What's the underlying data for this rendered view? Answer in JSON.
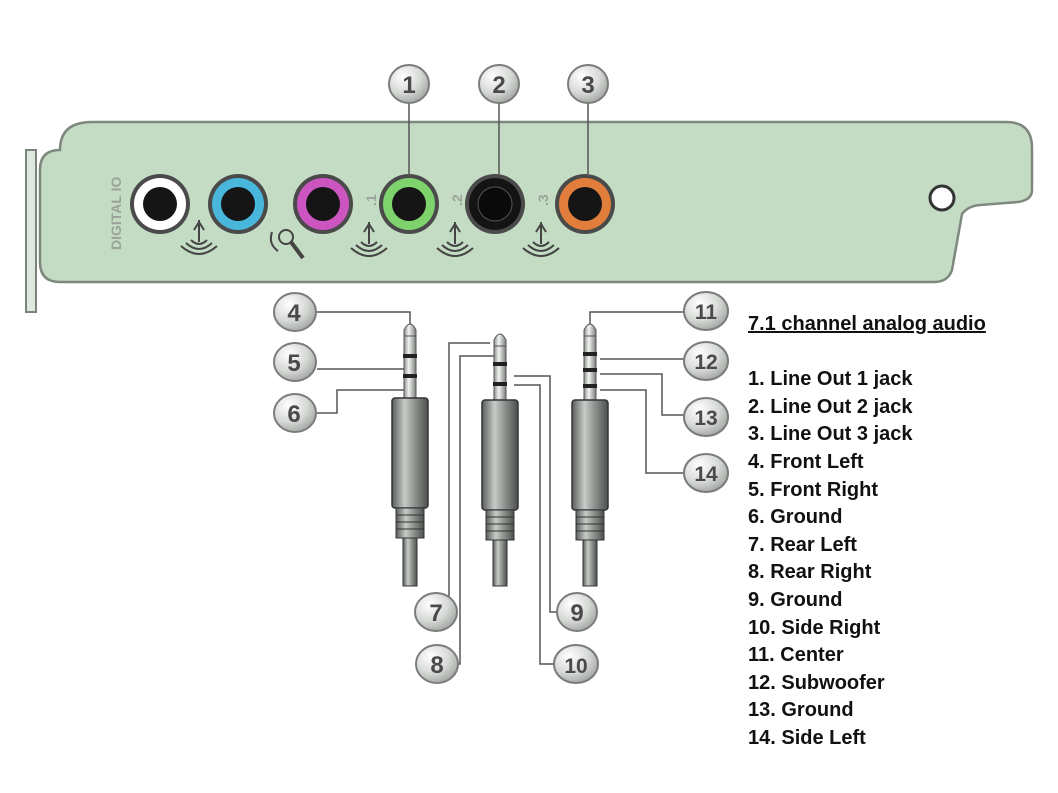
{
  "bracket": {
    "label": "DIGITAL IO",
    "jack_label_1": ".1",
    "jack_label_2": ".2",
    "jack_label_3": ".3",
    "colors": {
      "plate": "#c4dcc4",
      "digital": "#ffffff",
      "blue": "#49b6dc",
      "pink": "#cc55c2",
      "green": "#7ed36c",
      "black": "#141414",
      "orange": "#e27e3c"
    }
  },
  "callouts": [
    "1",
    "2",
    "3",
    "4",
    "5",
    "6",
    "7",
    "8",
    "9",
    "10",
    "11",
    "12",
    "13",
    "14"
  ],
  "legend": {
    "title": "7.1 channel analog audio",
    "items": [
      "1. Line Out 1 jack",
      "2. Line Out 2 jack",
      "3. Line Out 3 jack",
      "4. Front Left",
      "5. Front Right",
      "6. Ground",
      "7. Rear Left",
      "8. Rear Right",
      "9. Ground",
      "10.  Side Right",
      "11.  Center",
      "12.  Subwoofer",
      "13.  Ground",
      "14.  Side Left"
    ]
  }
}
